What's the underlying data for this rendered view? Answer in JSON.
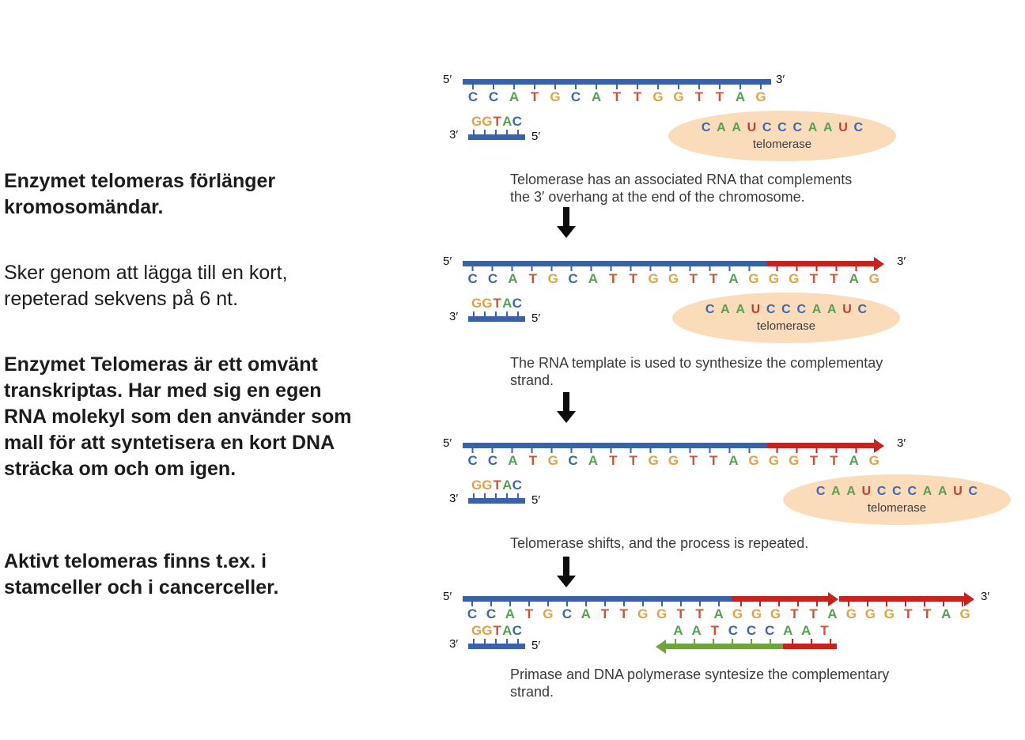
{
  "slide": {
    "background": "#ffffff",
    "notes": {
      "paragraphs": [
        {
          "text": "Enzymet telomeras förlänger\nkromosomändar.",
          "emphasis": "bold"
        },
        {
          "text": "Sker genom att lägga till en kort,\nrepeterad sekvens på 6 nt.",
          "emphasis": "regular"
        },
        {
          "text": "Enzymet Telomeras är ett omvänt\ntranskriptas. Har med sig en egen\nRNA molekyl som den använder som\nmall för att syntetisera en kort DNA\nsträcka om och om igen.",
          "emphasis": "bold"
        },
        {
          "text": "Aktivt telomeras finns t.ex. i\nstamceller och i cancerceller.",
          "emphasis": "bold"
        }
      ]
    }
  },
  "nucleotide_colors": {
    "A": "#56a052",
    "C": "#3a67b1",
    "G": "#e2a144",
    "T": "#d8502e",
    "U": "#c23b34"
  },
  "diagram_colors": {
    "dna_bar_blue": "#3a62a8",
    "new_strand_red": "#c9211e",
    "primer_green": "#6fa33f",
    "telomerase_fill": "#fbdcba",
    "arrow_black": "#0d0d0d"
  },
  "labels": {
    "five_prime": "5′",
    "three_prime": "3′",
    "telomerase": "telomerase"
  },
  "panels": [
    {
      "top_sequence": "CCATGCATTGGTTAG",
      "bottom_sequence": "GGTAC",
      "rna_sequence": "CAAUCCCAAUC",
      "caption": "Telomerase has an associated RNA that complements\nthe 3′ overhang at the end of the chromosome."
    },
    {
      "top_sequence": "CCATGCATTGGTTAGGGTTAG",
      "bottom_sequence": "GGTAC",
      "rna_sequence": "CAAUCCCAAUC",
      "caption": "The RNA template is used to synthesize the complementay\nstrand."
    },
    {
      "top_sequence": "CCATGCATTGGTTAGGGTTAG",
      "bottom_sequence": "GGTAC",
      "rna_sequence": "CAAUCCCAAUC",
      "caption": "Telomerase shifts, and the process is repeated."
    },
    {
      "top_sequence": "CCATGCATTGGTTAGGGTTAGGGTTAG",
      "bottom_sequence": "GGTAC",
      "primer_sequence": "AATCCCAAT",
      "caption": "Primase and DNA polymerase syntesize the complementary\nstrand."
    }
  ]
}
